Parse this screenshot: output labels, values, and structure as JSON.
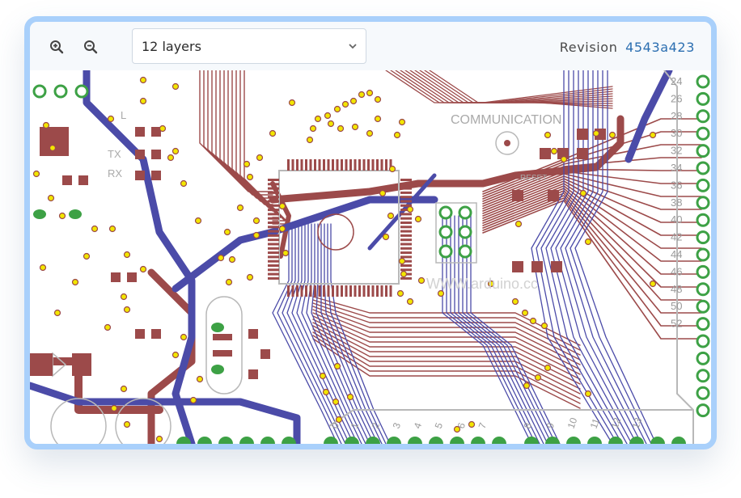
{
  "toolbar": {
    "zoom_in_icon": "zoom-in-icon",
    "zoom_out_icon": "zoom-out-icon",
    "layer_select_value": "12 layers",
    "revision_label": "Revision",
    "revision_hash": "4543a423"
  },
  "board": {
    "labels": {
      "communication": "COMMUNICATION",
      "reset": "RESET",
      "website": "WWW.arduino.cc",
      "l": "L",
      "tx": "TX",
      "rx": "RX"
    },
    "pin_numbers_right": [
      "24",
      "26",
      "28",
      "30",
      "32",
      "34",
      "36",
      "38",
      "40",
      "42",
      "44",
      "46",
      "48",
      "50",
      "52"
    ],
    "pin_numbers_bottom": [
      "0",
      "1",
      "2",
      "3",
      "4",
      "5",
      "6",
      "7",
      "8",
      "9",
      "10",
      "11",
      "12",
      "13"
    ],
    "colors": {
      "trace_red": "#9c4a4a",
      "trace_blue": "#4b4ba8",
      "via": "#f2e600",
      "pad_green": "#3da145",
      "silkscreen": "#b8b8b8"
    }
  }
}
